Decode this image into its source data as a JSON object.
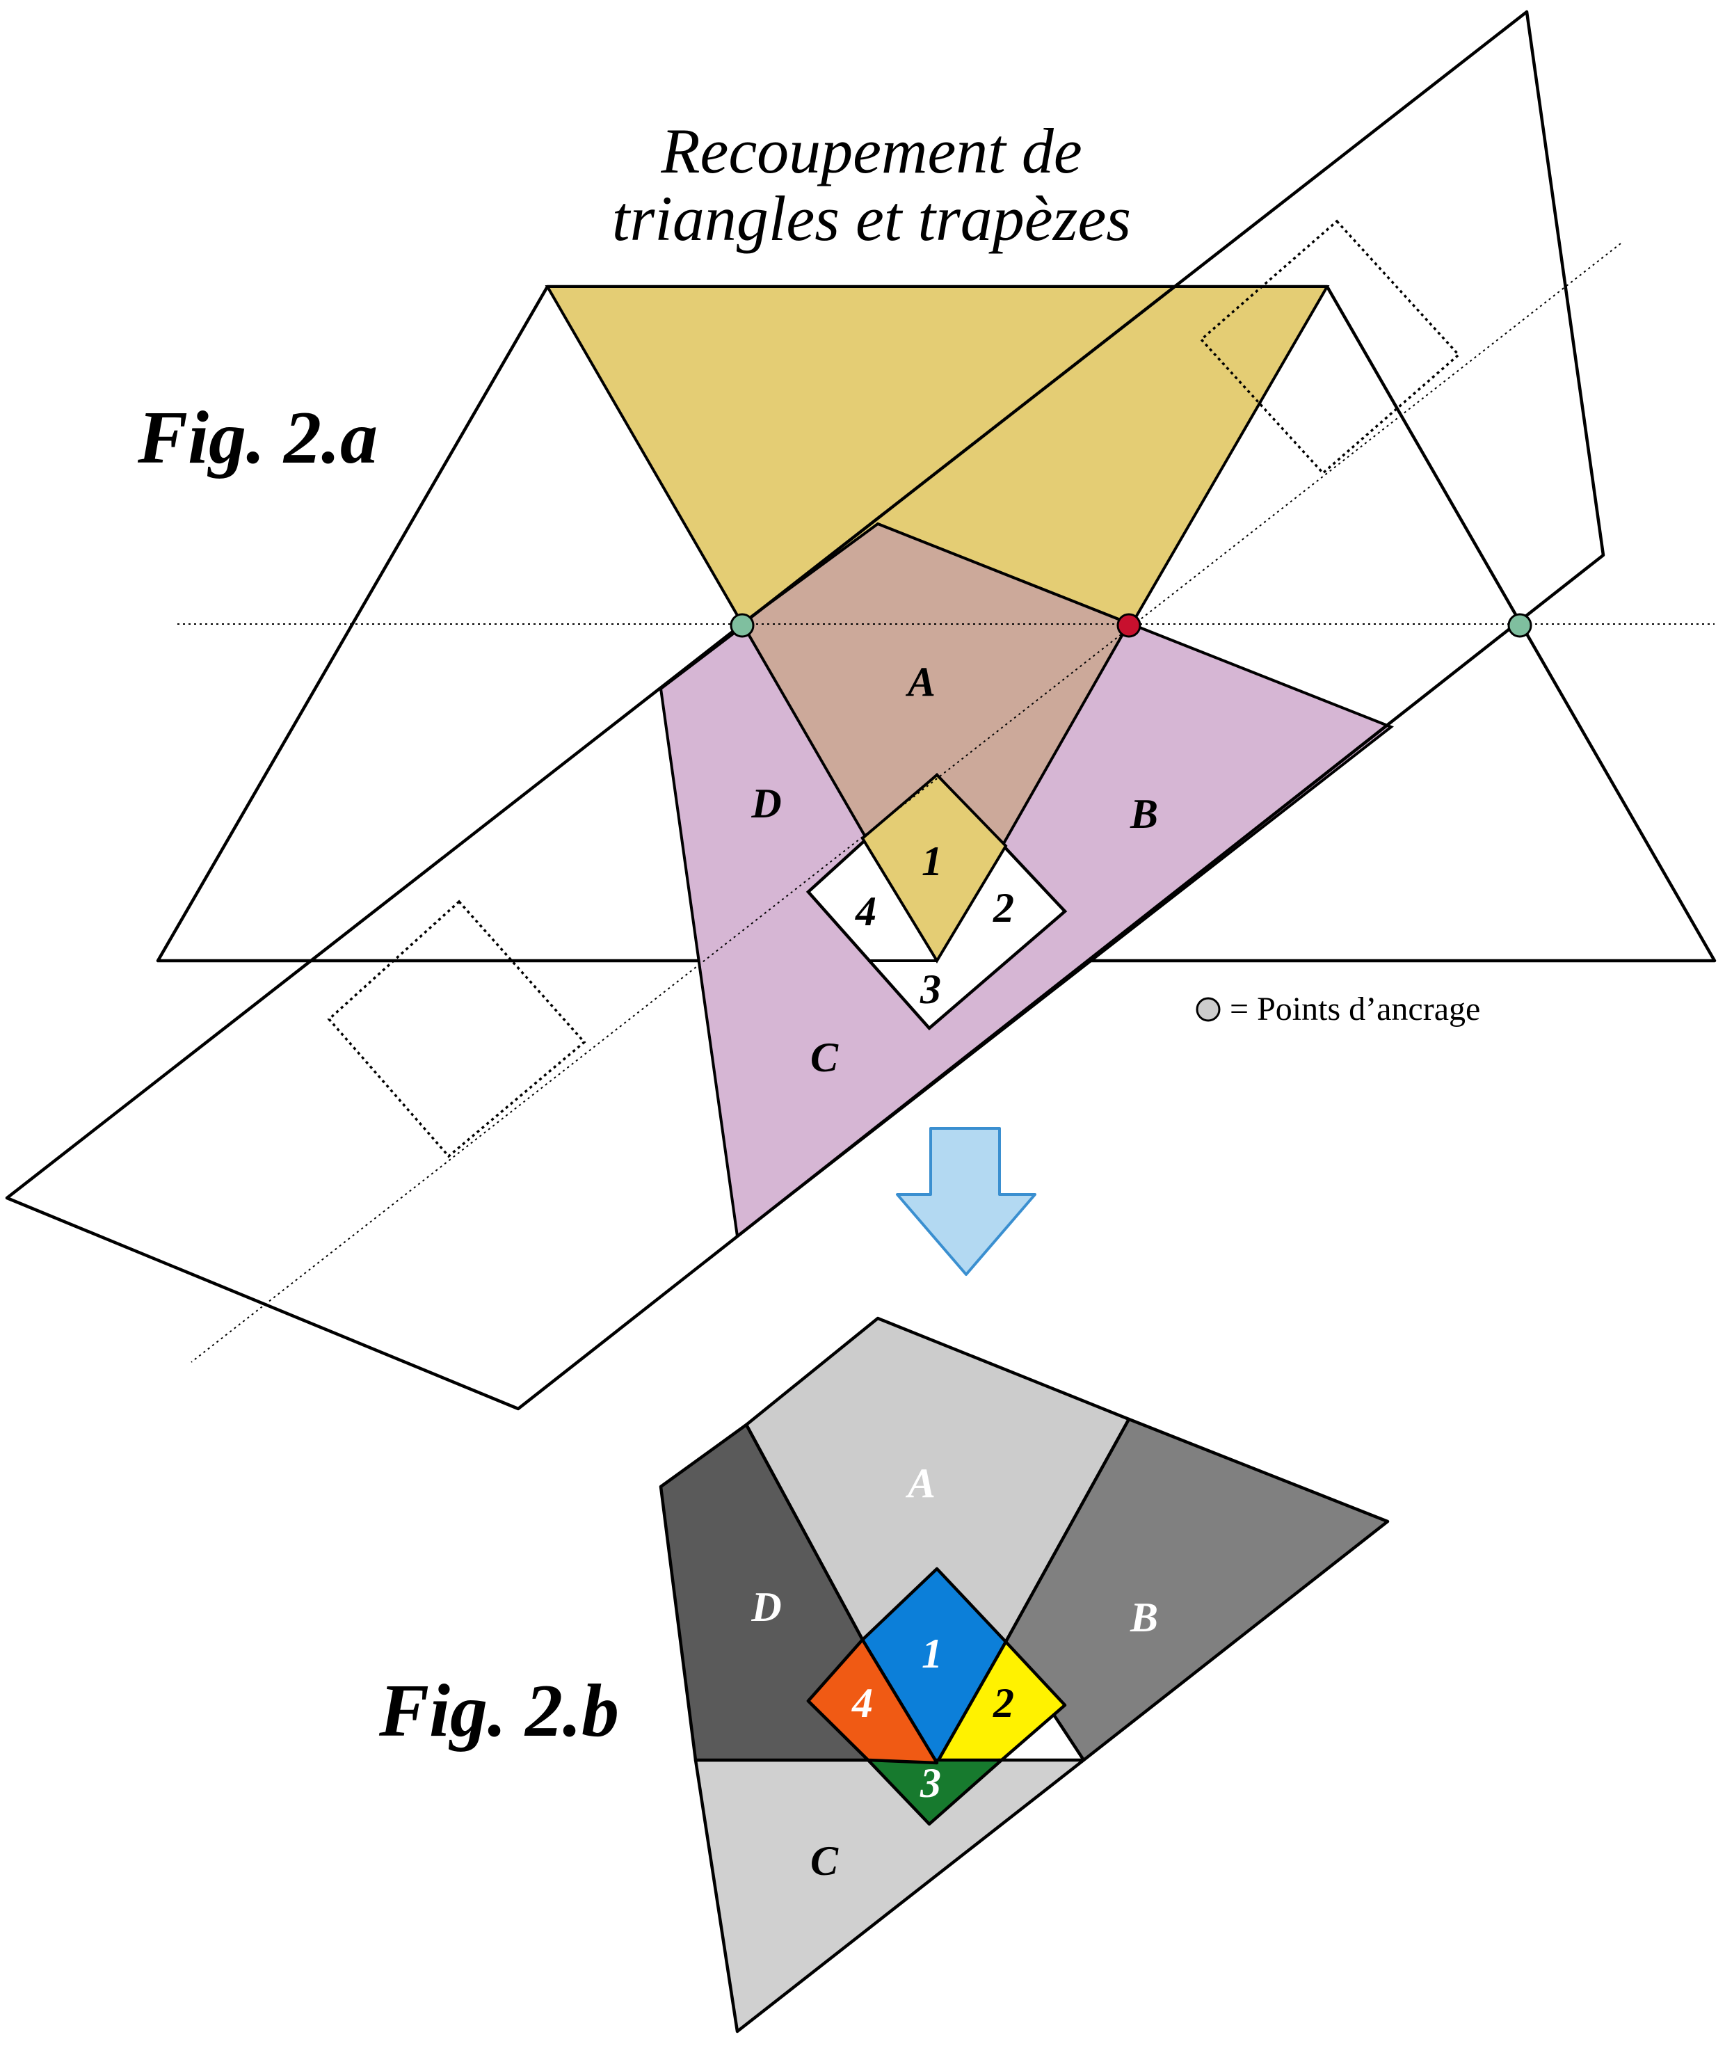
{
  "title": {
    "line1": "Recoupement de",
    "line2": "triangles et trapèzes"
  },
  "fig_a": {
    "label": "Fig. 2.a",
    "pieces": {
      "A": "A",
      "B": "B",
      "C": "C",
      "D": "D",
      "p1": "1",
      "p2": "2",
      "p3": "3",
      "p4": "4"
    }
  },
  "fig_b": {
    "label": "Fig. 2.b",
    "pieces": {
      "A": "A",
      "B": "B",
      "C": "C",
      "D": "D",
      "p1": "1",
      "p2": "2",
      "p3": "3",
      "p4": "4"
    }
  },
  "legend": {
    "text": "= Points d’ancrage"
  },
  "colors": {
    "triangle_fill": "#e4cd74",
    "overlap_fill": "#cca99a",
    "trapezoid_fill": "#d6b6d4",
    "anchor_green": "#7fbf9f",
    "anchor_red": "#c8102e",
    "anchor_legend": "#cccccc",
    "arrow_fill": "#b3d9f2",
    "arrow_stroke": "#3a8fd0",
    "piece_A": "#cccccc",
    "piece_B": "#808080",
    "piece_C": "#d0d0d0",
    "piece_D": "#5a5a5a",
    "piece_1": "#0c7fd9",
    "piece_2": "#fff200",
    "piece_3": "#177a2e",
    "piece_4": "#f05a14"
  },
  "icons": {
    "arrow": "down-arrow-icon",
    "anchor": "anchor-point-icon"
  }
}
